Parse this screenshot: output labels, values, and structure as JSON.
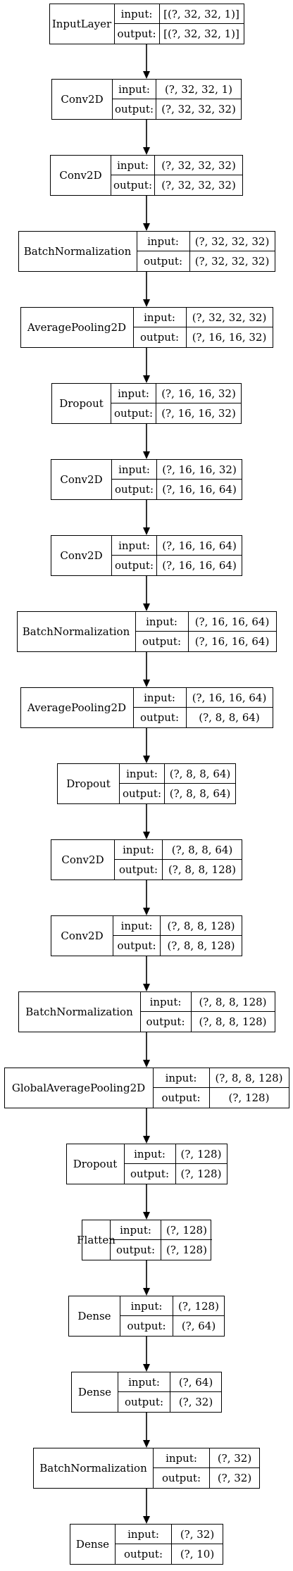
{
  "labels": {
    "input": "input:",
    "output": "output:"
  },
  "layers": [
    {
      "name": "InputLayer",
      "input": "[(?, 32, 32, 1)]",
      "output": "[(?, 32, 32, 1)]"
    },
    {
      "name": "Conv2D",
      "input": "(?, 32, 32, 1)",
      "output": "(?, 32, 32, 32)"
    },
    {
      "name": "Conv2D",
      "input": "(?, 32, 32, 32)",
      "output": "(?, 32, 32, 32)"
    },
    {
      "name": "BatchNormalization",
      "input": "(?, 32, 32, 32)",
      "output": "(?, 32, 32, 32)"
    },
    {
      "name": "AveragePooling2D",
      "input": "(?, 32, 32, 32)",
      "output": "(?, 16, 16, 32)"
    },
    {
      "name": "Dropout",
      "input": "(?, 16, 16, 32)",
      "output": "(?, 16, 16, 32)"
    },
    {
      "name": "Conv2D",
      "input": "(?, 16, 16, 32)",
      "output": "(?, 16, 16, 64)"
    },
    {
      "name": "Conv2D",
      "input": "(?, 16, 16, 64)",
      "output": "(?, 16, 16, 64)"
    },
    {
      "name": "BatchNormalization",
      "input": "(?, 16, 16, 64)",
      "output": "(?, 16, 16, 64)"
    },
    {
      "name": "AveragePooling2D",
      "input": "(?, 16, 16, 64)",
      "output": "(?, 8, 8, 64)"
    },
    {
      "name": "Dropout",
      "input": "(?, 8, 8, 64)",
      "output": "(?, 8, 8, 64)"
    },
    {
      "name": "Conv2D",
      "input": "(?, 8, 8, 64)",
      "output": "(?, 8, 8, 128)"
    },
    {
      "name": "Conv2D",
      "input": "(?, 8, 8, 128)",
      "output": "(?, 8, 8, 128)"
    },
    {
      "name": "BatchNormalization",
      "input": "(?, 8, 8, 128)",
      "output": "(?, 8, 8, 128)"
    },
    {
      "name": "GlobalAveragePooling2D",
      "input": "(?, 8, 8, 128)",
      "output": "(?, 128)"
    },
    {
      "name": "Dropout",
      "input": "(?, 128)",
      "output": "(?, 128)"
    },
    {
      "name": "Flatten",
      "input": "(?, 128)",
      "output": "(?, 128)"
    },
    {
      "name": "Dense",
      "input": "(?, 128)",
      "output": "(?, 64)"
    },
    {
      "name": "Dense",
      "input": "(?, 64)",
      "output": "(?, 32)"
    },
    {
      "name": "BatchNormalization",
      "input": "(?, 32)",
      "output": "(?, 32)"
    },
    {
      "name": "Dense",
      "input": "(?, 32)",
      "output": "(?, 10)"
    }
  ]
}
